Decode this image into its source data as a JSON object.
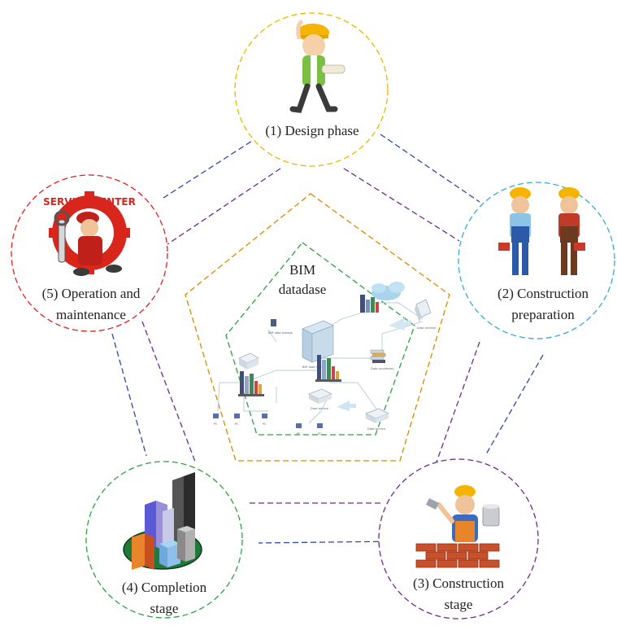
{
  "center": {
    "title_line1": "BIM",
    "title_line2": "datadase"
  },
  "stages": [
    {
      "line1": "(1) Design phase",
      "line2": "",
      "color": "#e8b800"
    },
    {
      "line1": "(2) Construction",
      "line2": "preparation",
      "color": "#3aa8d8"
    },
    {
      "line1": "(3) Construction",
      "line2": "stage",
      "color": "#6a2c8f"
    },
    {
      "line1": "(4) Completion",
      "line2": "stage",
      "color": "#2ea043"
    },
    {
      "line1": "(5) Operation and",
      "line2": "maintenance",
      "color": "#e02020"
    }
  ],
  "service_center_logo_text": "SERVICE CENTER",
  "network_labels": {
    "bim_storage": "BIM data storage",
    "bim_data_layer": "BIM data layer",
    "data_conversion": "Data conversion",
    "data receiver": "Data receiver",
    "data_service_1": "Data service",
    "data_service_2": "Data service",
    "pc": "PC"
  },
  "colors": {
    "outer_pentagon": "#2f47a8",
    "middle_pentagon": "#6a2c8f",
    "inner_pentagon": "#d98a00",
    "core_pentagon": "#2ea043",
    "helmet": "#f5b400",
    "gear_red": "#d8261c"
  }
}
